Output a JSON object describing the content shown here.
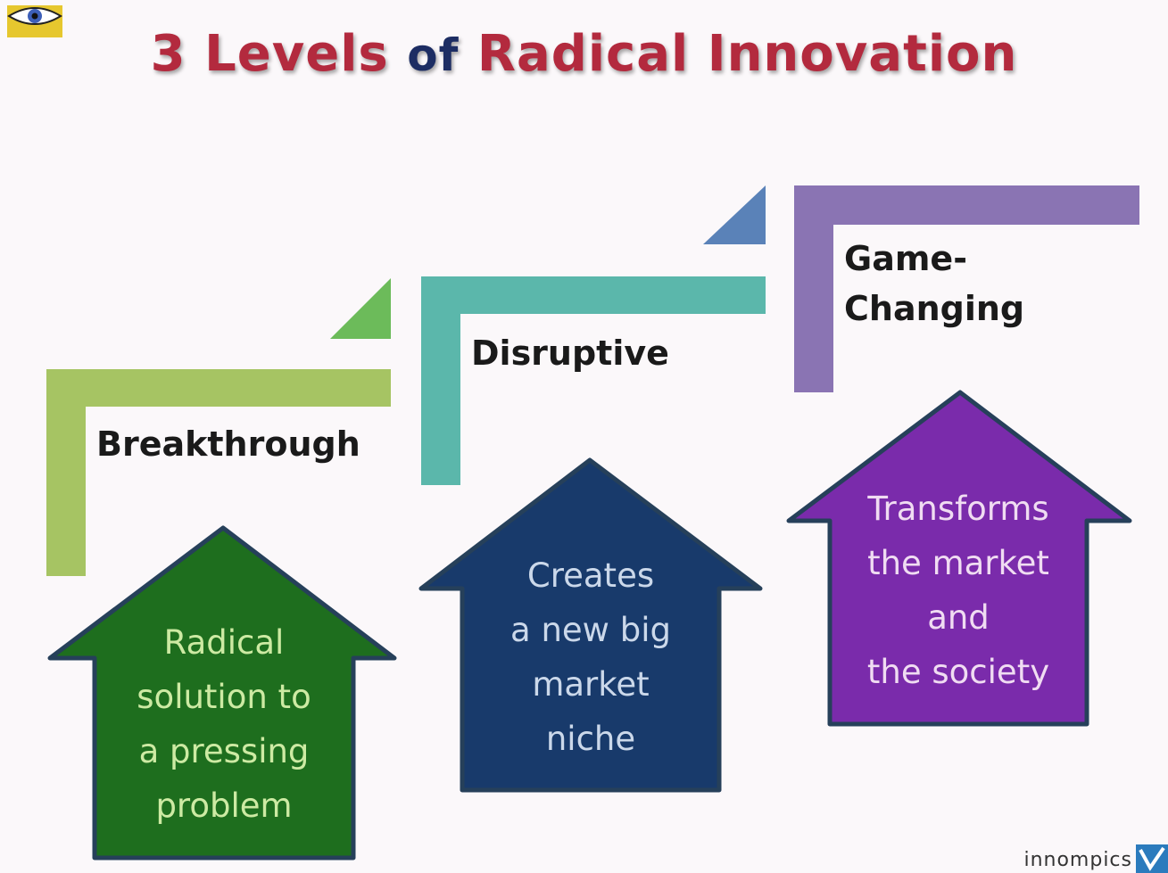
{
  "title": {
    "part1": "3 Levels",
    "part2": "of",
    "part3": "Radical Innovation"
  },
  "levels": [
    {
      "label": "Breakthrough",
      "description": "Radical\nsolution to\na pressing\nproblem",
      "step_color": "#a6c463",
      "arrow_color": "#1e6e1e",
      "text_color": "#cdeaa3"
    },
    {
      "label": "Disruptive",
      "description": "Creates\na new big\nmarket\nniche",
      "step_color": "#5bb7ab",
      "arrow_color": "#183a6b",
      "text_color": "#cbd8ea"
    },
    {
      "label": "Game-\nChanging",
      "description": "Transforms\nthe market\nand\nthe society",
      "step_color": "#8a74b3",
      "arrow_color": "#7a2bab",
      "text_color": "#f0dcf2"
    }
  ],
  "corner_colors": [
    "#6cbb5a",
    "#5a82b8"
  ],
  "brand": "innompics"
}
